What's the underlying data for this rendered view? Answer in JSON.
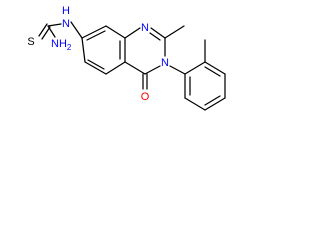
{
  "structure": {
    "atoms": {
      "s1": {
        "text": "S",
        "element": "S"
      },
      "nh2": {
        "text": "NH",
        "sub": "2",
        "element": "N"
      },
      "nh": {
        "text": "H",
        "lead": "N",
        "element": "N"
      },
      "n1": {
        "text": "N",
        "element": "N"
      },
      "n3": {
        "text": "N",
        "element": "N"
      },
      "o1": {
        "text": "O",
        "element": "O"
      }
    },
    "colors": {
      "nitrogen": "#0000ff",
      "oxygen": "#ff0000",
      "carbon": "#000000",
      "sulfur": "#000000"
    }
  }
}
